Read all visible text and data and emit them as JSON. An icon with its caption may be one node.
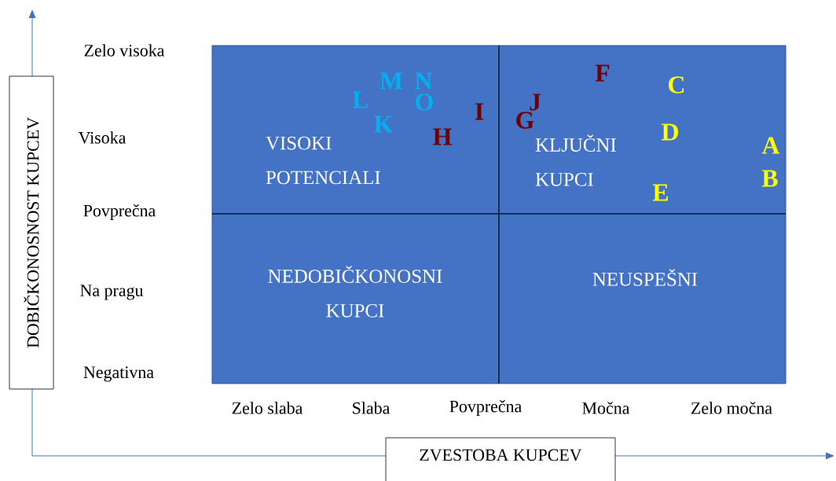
{
  "diagram": {
    "nodes": [
      {
        "text": [
          "DOBIČKONOSNOST KUPCEV"
        ]
      },
      {
        "text": [
          "ZVESTOBA KUPCEV"
        ]
      },
      {
        "text": [
          "VISOKI POTENCIALI"
        ]
      },
      {
        "text": [
          "KLJUČNI KUPCI"
        ]
      },
      {
        "text": [
          "NEDOBIČKONOSNI KUPCI"
        ]
      },
      {
        "text": [
          "NEUSPEŠNI"
        ]
      }
    ],
    "edges": [],
    "labels": [
      "Zelo visoka",
      "Visoka",
      "Povprečna",
      "Na pragu",
      "Negativna",
      "Zelo slaba",
      "Slaba",
      "Povprečna",
      "Močna",
      "Zelo močna",
      "M",
      "N",
      "F",
      "C",
      "L",
      "O",
      "I",
      "J",
      "K",
      "H",
      "G",
      "D",
      "A",
      "E",
      "B"
    ]
  }
}
